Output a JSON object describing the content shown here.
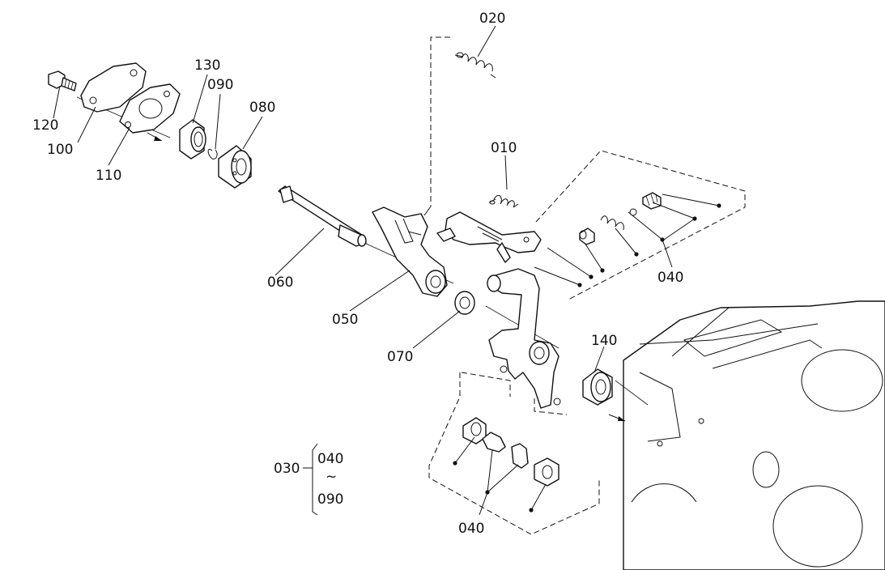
{
  "diagram": {
    "callouts": {
      "c010": "010",
      "c020": "020",
      "c030": "030",
      "c040_right": "040",
      "c040_bottom": "040",
      "c050": "050",
      "c060": "060",
      "c070": "070",
      "c080": "080",
      "c090": "090",
      "c100": "100",
      "c110": "110",
      "c120": "120",
      "c130": "130",
      "c140": "140"
    },
    "assembly_bracket": {
      "from": "040",
      "tilde": "~",
      "to": "090"
    }
  }
}
